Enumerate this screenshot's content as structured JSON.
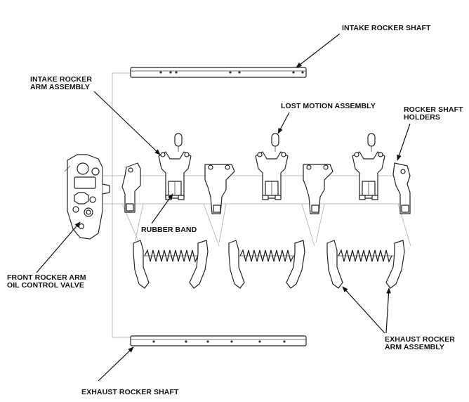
{
  "labels": {
    "intake_rocker_shaft": "INTAKE ROCKER SHAFT",
    "intake_rocker_arm_assembly": [
      "INTAKE ROCKER",
      "ARM ASSEMBLY"
    ],
    "lost_motion_assembly": "LOST MOTION ASSEMBLY",
    "rocker_shaft_holders": [
      "ROCKER SHAFT",
      "HOLDERS"
    ],
    "rubber_band": "RUBBER BAND",
    "front_rocker_arm_oil_control_valve": [
      "FRONT ROCKER ARM",
      "OIL CONTROL VALVE"
    ],
    "exhaust_rocker_arm_assembly": [
      "EXHAUST ROCKER",
      "ARM ASSEMBLY"
    ],
    "exhaust_rocker_shaft": "EXHAUST ROCKER SHAFT"
  },
  "colors": {
    "line": "#222222",
    "guide": "#bbbbbb",
    "background": "#ffffff"
  }
}
